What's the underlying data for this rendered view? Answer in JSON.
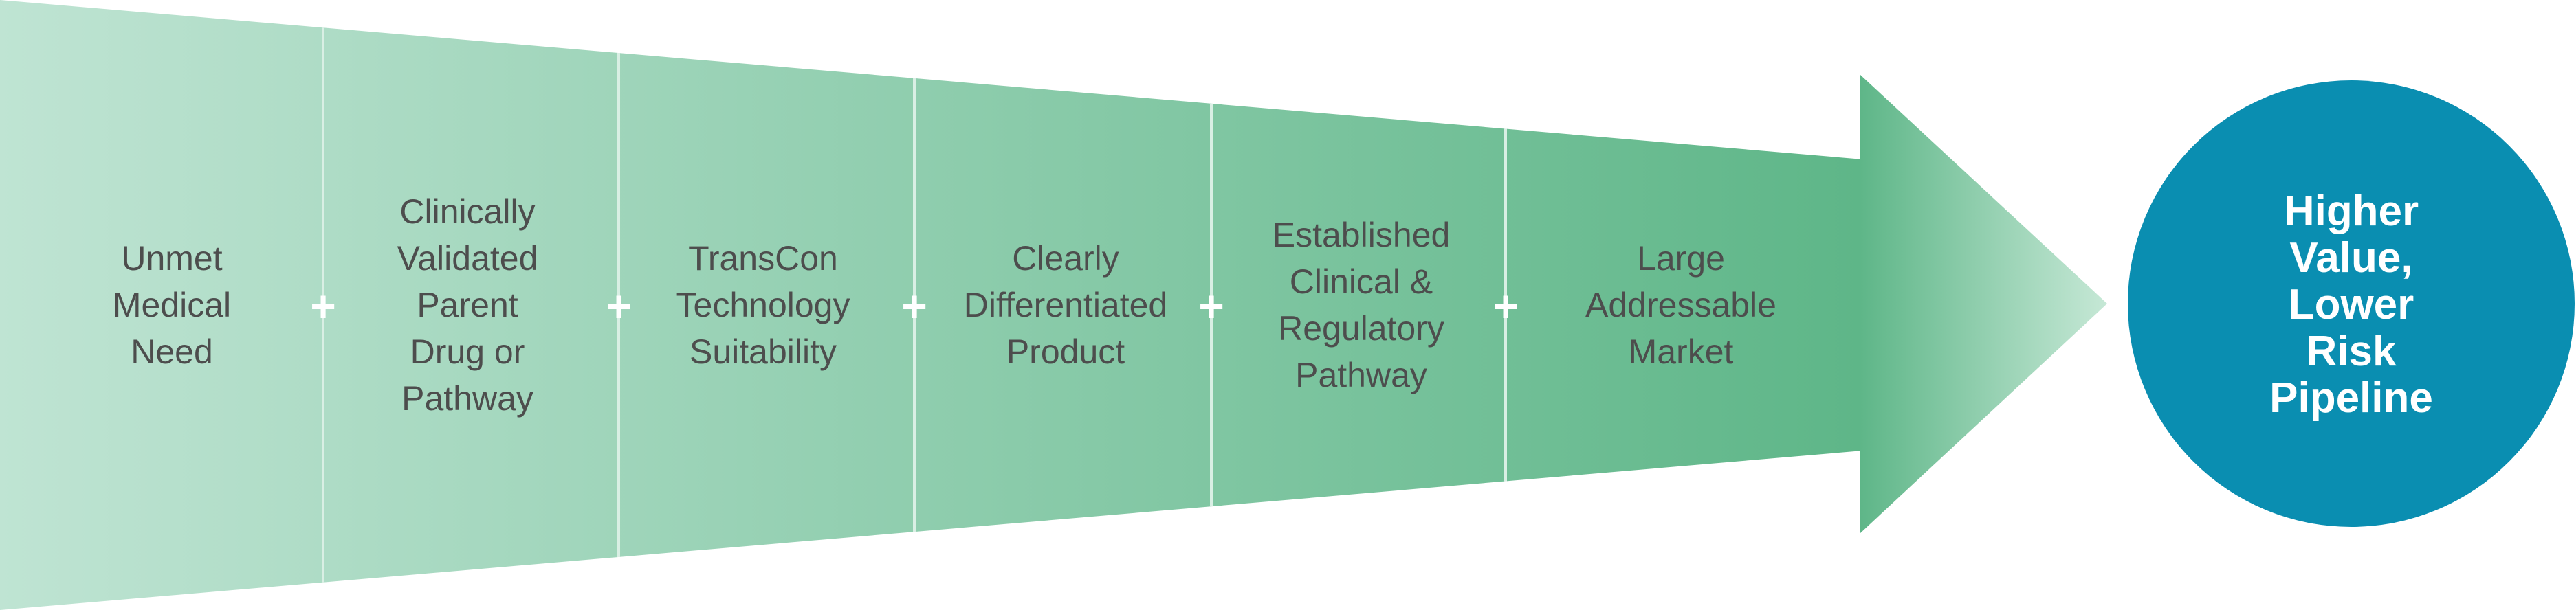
{
  "funnel": {
    "gradient_start": "#bfe4d3",
    "gradient_end": "#5eb688",
    "divider_color": "#d9efe4",
    "factors": [
      {
        "label": "Unmet\nMedical\nNeed"
      },
      {
        "label": "Clinically\nValidated\nParent\nDrug or\nPathway"
      },
      {
        "label": "TransCon\nTechnology\nSuitability"
      },
      {
        "label": "Clearly\nDifferentiated\nProduct"
      },
      {
        "label": "Established\nClinical &\nRegulatory\nPathway"
      },
      {
        "label": "Large\nAddressable\nMarket"
      }
    ],
    "plus_symbol": "+"
  },
  "outcome": {
    "label": "Higher\nValue,\nLower Risk\nPipeline",
    "color": "#0a8eb1"
  }
}
